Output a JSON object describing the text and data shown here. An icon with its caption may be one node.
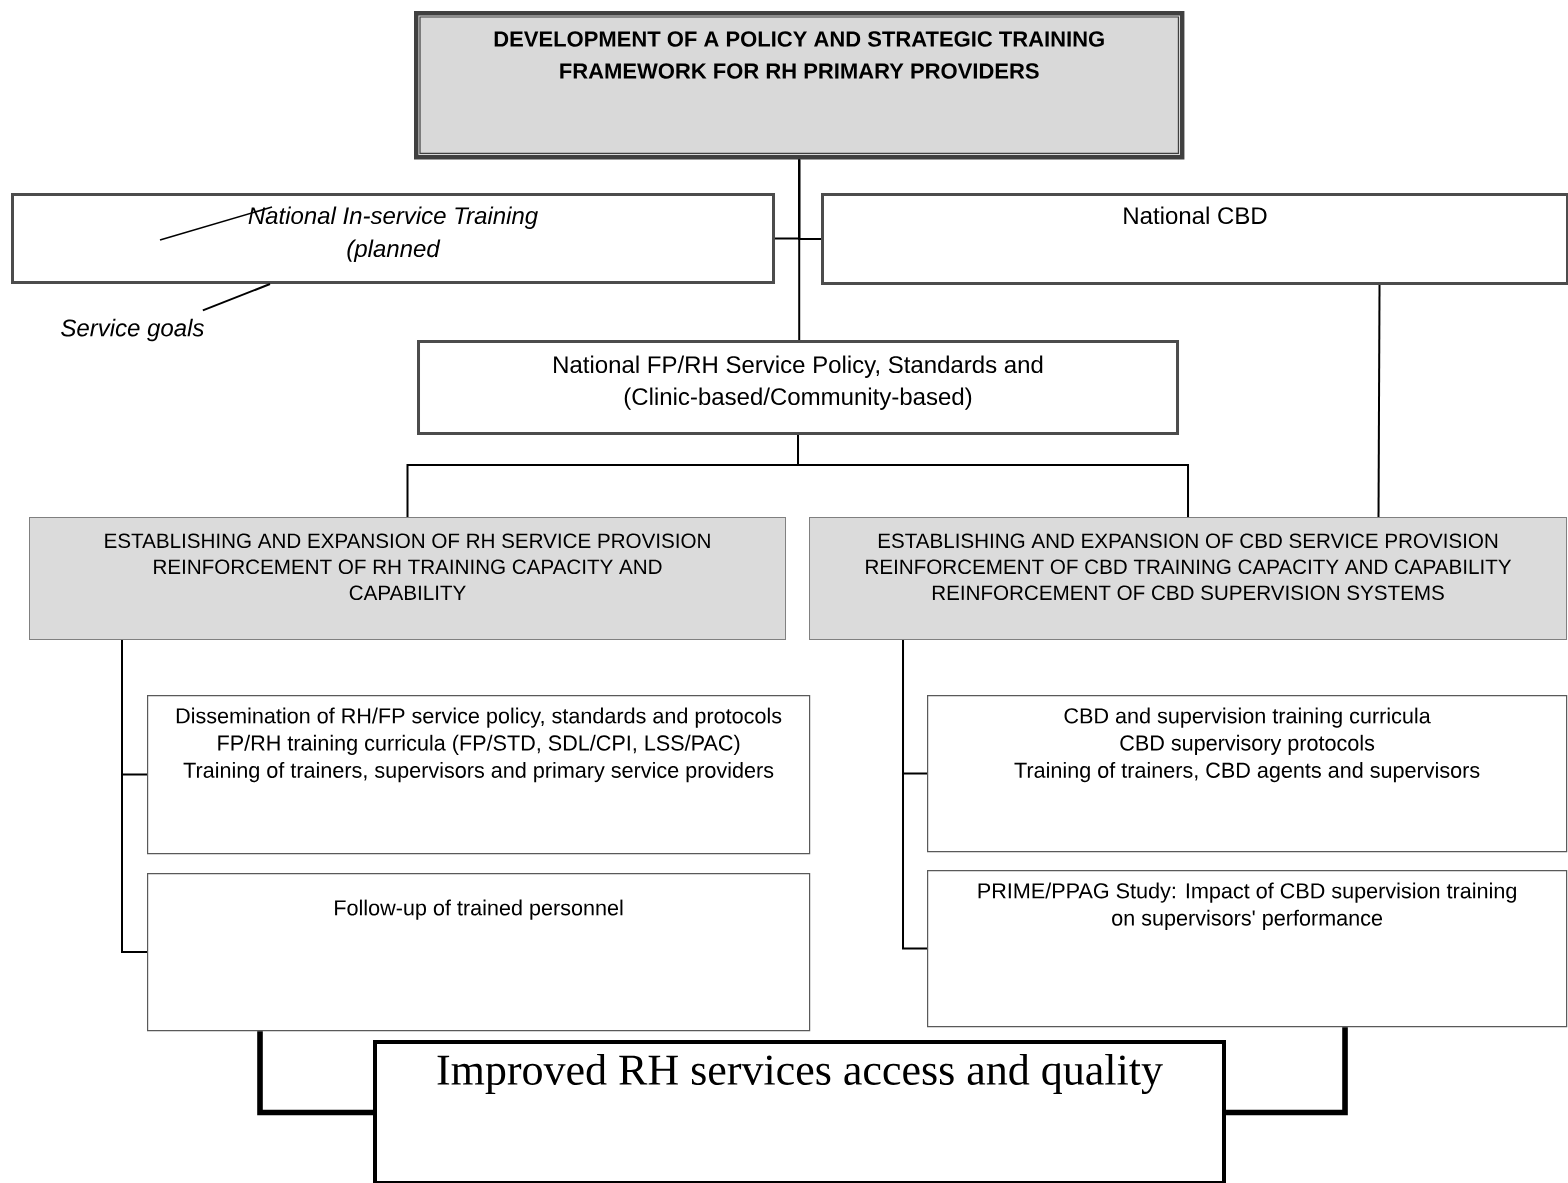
{
  "diagram": {
    "nodes": [
      {
        "text": [
          "DEVELOPMENT OF A POLICY AND  STRATEGIC TRAINING FRAMEWORK FOR RH PRIMARY PROVIDERS"
        ]
      },
      {
        "text": [
          "National In-service Training (planned"
        ]
      },
      {
        "text": [
          "National CBD"
        ]
      },
      {
        "text": [
          "National FP/RH Service Policy, Standards and (Clinic-based/Community-based)"
        ]
      },
      {
        "text": [
          "ESTABLISHING AND EXPANSION OF RH SERVICE PROVISION",
          "REINFORCEMENT OF RH TRAINING CAPACITY AND CAPABILITY"
        ]
      },
      {
        "text": [
          "ESTABLISHING AND EXPANSION OF CBD SERVICE PROVISION",
          "REINFORCEMENT OF CBD TRAINING CAPACITY AND CAPABILITY",
          "REINFORCEMENT OF CBD SUPERVISION SYSTEMS"
        ]
      },
      {
        "text": [
          "Dissemination of RH/FP service policy, standards and protocols",
          "FP/RH training curricula (FP/STD, SDL/CPI, LSS/PAC)",
          "Training of trainers, supervisors and primary service providers"
        ]
      },
      {
        "text": [
          "Follow-up of trained personnel"
        ]
      },
      {
        "text": [
          "CBD and supervision training curricula",
          "CBD supervisory protocols",
          "Training of trainers, CBD agents and supervisors"
        ]
      },
      {
        "text": [
          "PRIME/PPAG Study:  Impact of CBD supervision training on supervisors' performance"
        ]
      },
      {
        "text": [
          "Improved RH services access and quality"
        ]
      },
      {
        "text": [
          "Service goals"
        ]
      }
    ],
    "edges": [
      {
        "from": 0,
        "to": 1,
        "arrow": "none"
      },
      {
        "from": 0,
        "to": 2,
        "arrow": "none"
      },
      {
        "from": 0,
        "to": 3,
        "arrow": "none"
      },
      {
        "from": 3,
        "to": 4,
        "arrow": "none"
      },
      {
        "from": 3,
        "to": 5,
        "arrow": "none"
      },
      {
        "from": 2,
        "to": 5,
        "arrow": "none"
      },
      {
        "from": 4,
        "to": 6,
        "arrow": "none"
      },
      {
        "from": 4,
        "to": 7,
        "arrow": "none"
      },
      {
        "from": 5,
        "to": 8,
        "arrow": "none"
      },
      {
        "from": 5,
        "to": 9,
        "arrow": "none"
      },
      {
        "from": 7,
        "to": 10,
        "arrow": "none",
        "style": "thick"
      },
      {
        "from": 9,
        "to": 10,
        "arrow": "none",
        "style": "thick"
      },
      {
        "from": 11,
        "to": 1,
        "arrow": "none"
      }
    ]
  }
}
